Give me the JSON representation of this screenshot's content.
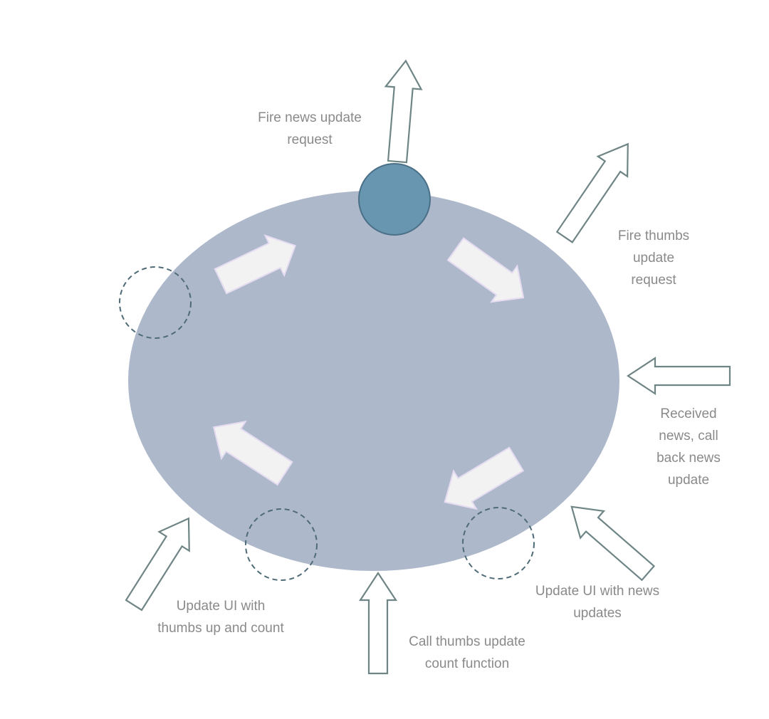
{
  "labels": {
    "fire_news": "Fire news update\nrequest",
    "fire_thumbs": "Fire thumbs update\nrequest",
    "received_news": "Received news, call\nback news update",
    "update_ui_news": "Update UI with news\nupdates",
    "call_thumbs": "Call thumbs update\ncount function",
    "update_ui_thumbs": "Update UI with\nthumbs up and count"
  },
  "colors": {
    "loop": "#aeb8cb",
    "node": "#6896b0",
    "text": "#8a8a8a"
  }
}
